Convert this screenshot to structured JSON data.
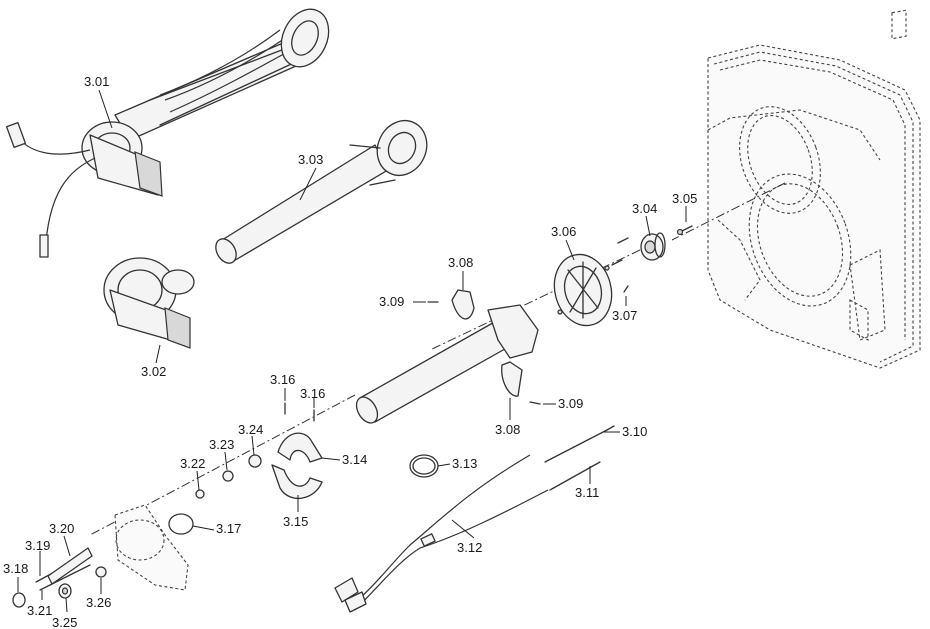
{
  "labels": {
    "l301": "3.01",
    "l302": "3.02",
    "l303": "3.03",
    "l304": "3.04",
    "l305": "3.05",
    "l306": "3.06",
    "l307": "3.07",
    "l308a": "3.08",
    "l308b": "3.08",
    "l309a": "3.09",
    "l309b": "3.09",
    "l310": "3.10",
    "l311": "3.11",
    "l312": "3.12",
    "l313": "3.13",
    "l314": "3.14",
    "l315": "3.15",
    "l316a": "3.16",
    "l316b": "3.16",
    "l317": "3.17",
    "l318": "3.18",
    "l319": "3.19",
    "l320": "3.20",
    "l321": "3.21",
    "l322": "3.22",
    "l323": "3.23",
    "l324": "3.24",
    "l325": "3.25",
    "l326": "3.26"
  }
}
